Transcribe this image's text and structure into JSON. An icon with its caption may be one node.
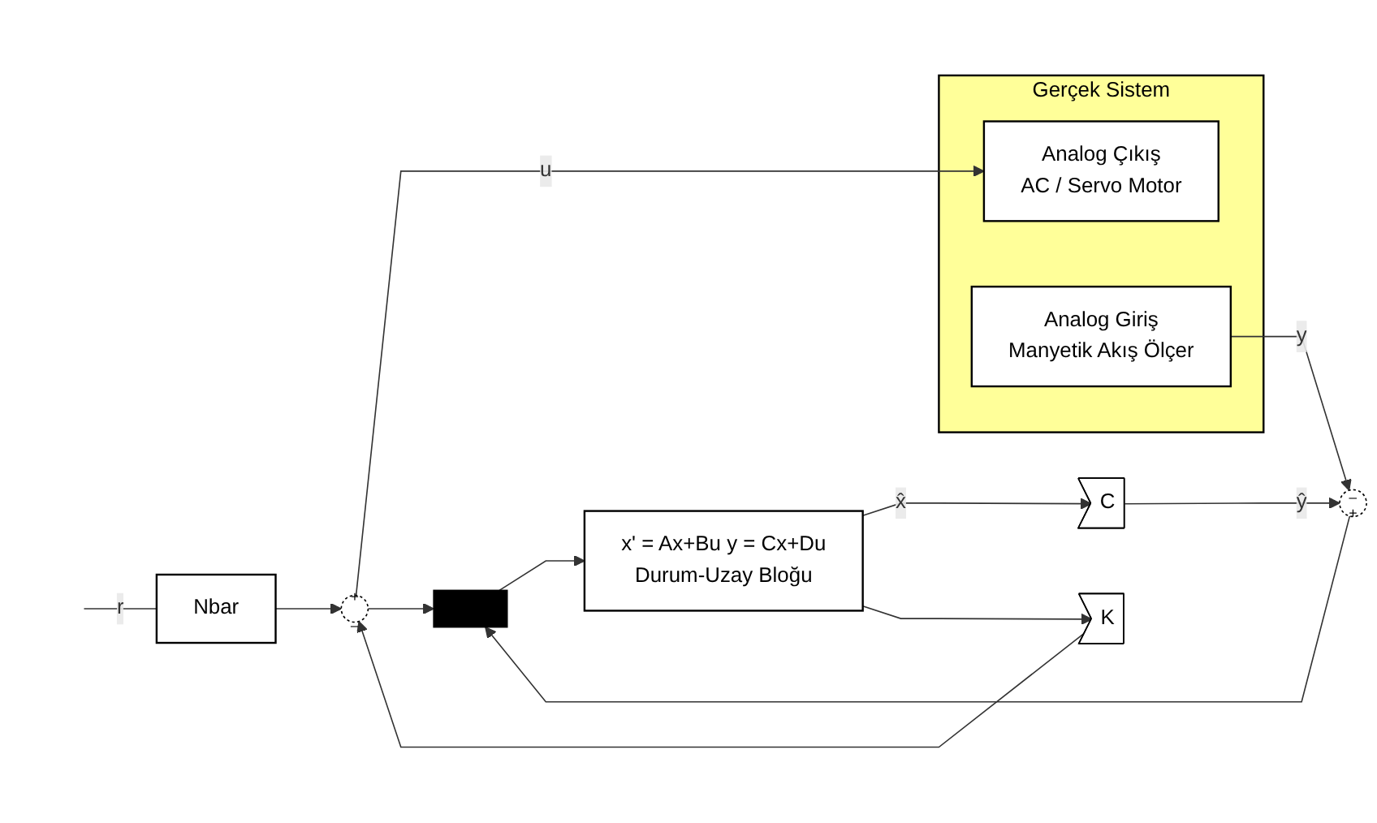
{
  "diagram": {
    "nodes": [
      {
        "text": [
          "Nbar"
        ]
      },
      {
        "text": [
          "+",
          "_"
        ]
      },
      {
        "text": [
          "Gerçek Sistem"
        ]
      },
      {
        "text": [
          "Analog Çıkış",
          "AC / Servo Motor"
        ],
        "in": 2
      },
      {
        "text": [
          "Analog Giriş",
          "Manyetik Akış Ölçer"
        ],
        "in": 2
      },
      {
        "text": [
          "_",
          "+"
        ]
      },
      {
        "text": [],
        "shape": "bar"
      },
      {
        "text": [
          "x' = Ax+Bu y = Cx+Du",
          "Durum-Uzay Bloğu"
        ]
      },
      {
        "text": [
          "C"
        ]
      },
      {
        "text": [
          "K"
        ]
      }
    ],
    "edges": [
      {
        "from": null,
        "to": 0,
        "arrow": "none",
        "label": "r"
      },
      {
        "from": 0,
        "to": 1,
        "arrow": "to"
      },
      {
        "from": 1,
        "to": 3,
        "arrow": "to",
        "label": "u"
      },
      {
        "from": 1,
        "to": 6,
        "arrow": "to"
      },
      {
        "from": 4,
        "to": 5,
        "arrow": "to",
        "label": "y"
      },
      {
        "from": 5,
        "to": 6,
        "arrow": "to"
      },
      {
        "from": 6,
        "to": 7,
        "arrow": "to"
      },
      {
        "from": 7,
        "to": 8,
        "arrow": "to",
        "label": "x̂"
      },
      {
        "from": 7,
        "to": 9,
        "arrow": "to"
      },
      {
        "from": 9,
        "to": 1,
        "arrow": "to"
      },
      {
        "from": 8,
        "to": 5,
        "arrow": "to",
        "label": "ŷ"
      }
    ]
  }
}
